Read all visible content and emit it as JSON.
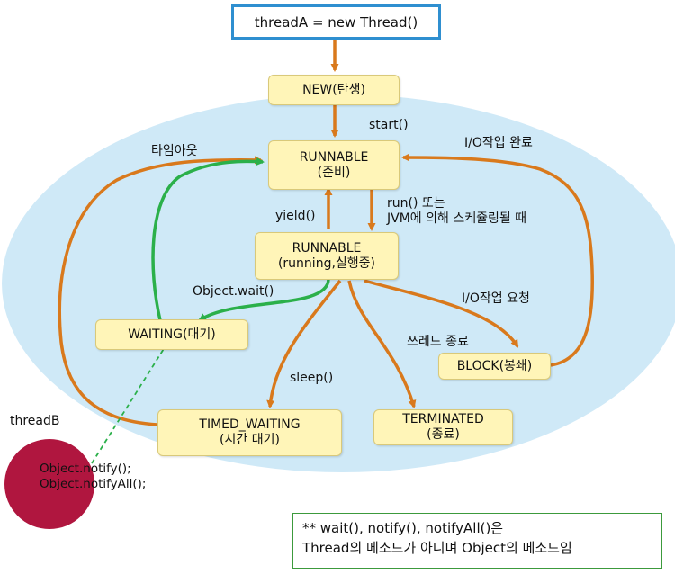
{
  "title": "threadA = new Thread()",
  "states": {
    "new": "NEW(탄생)",
    "runnable_ready": [
      "RUNNABLE",
      "(준비)"
    ],
    "runnable_running": [
      "RUNNABLE",
      "(running,실행중)"
    ],
    "waiting": "WAITING(대기)",
    "timed_waiting": [
      "TIMED_WAITING",
      "(시간 대기)"
    ],
    "terminated": [
      "TERMINATED",
      "(종료)"
    ],
    "block": "BLOCK(봉쇄)"
  },
  "transitions": {
    "start": "start()",
    "timeout": "타임아웃",
    "io_done": "I/O작업  완료",
    "yield": "yield()",
    "run_schedule": [
      "run()  또는",
      "JVM에 의해 스케쥴링될 때"
    ],
    "object_wait": "Object.wait()",
    "io_request": "I/O작업  요청",
    "thread_end": "쓰레드 종료",
    "sleep": "sleep()"
  },
  "thread_b": {
    "label": "threadB",
    "calls": [
      "Object.notify();",
      "Object.notifyAll();"
    ]
  },
  "note": [
    "** wait(), notify(), notifyAll()은",
    "Thread의 메소드가 아니며 Object의 메소드임"
  ],
  "colors": {
    "ellipse": "#cfe9f7",
    "state_fill": "#fff5b8",
    "arrow_orange": "#d9791c",
    "arrow_green": "#2bb04a",
    "title_border": "#2f8fd0",
    "note_border": "#3c9a3c",
    "thread_b_circle": "#b0163f"
  }
}
